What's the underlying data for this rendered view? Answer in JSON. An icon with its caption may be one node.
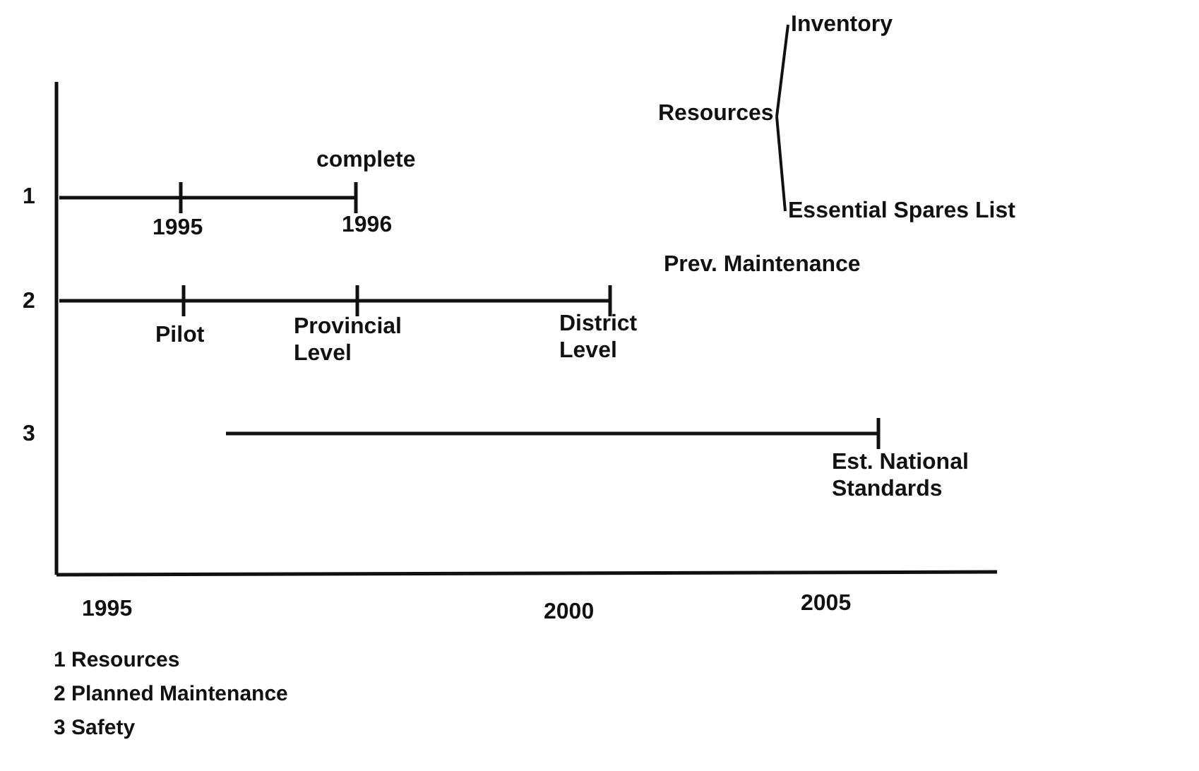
{
  "diagram": {
    "nodes": [
      {
        "text": [
          "Resources"
        ]
      },
      {
        "text": [
          "Inventory"
        ]
      },
      {
        "text": [
          "Essential Spares List"
        ]
      }
    ],
    "edges": [
      {
        "from": 0,
        "to": 1,
        "arrow": "none"
      },
      {
        "from": 0,
        "to": 2,
        "arrow": "none"
      }
    ],
    "labels": [
      "complete",
      "1",
      "1995",
      "1996",
      "Prev. Maintenance",
      "2",
      "Pilot",
      "Provincial Level",
      "District Level",
      "3",
      "Est. National Standards",
      "1995",
      "2000",
      "2005",
      "1 Resources",
      "2 Planned Maintenance",
      "3 Safety"
    ]
  }
}
